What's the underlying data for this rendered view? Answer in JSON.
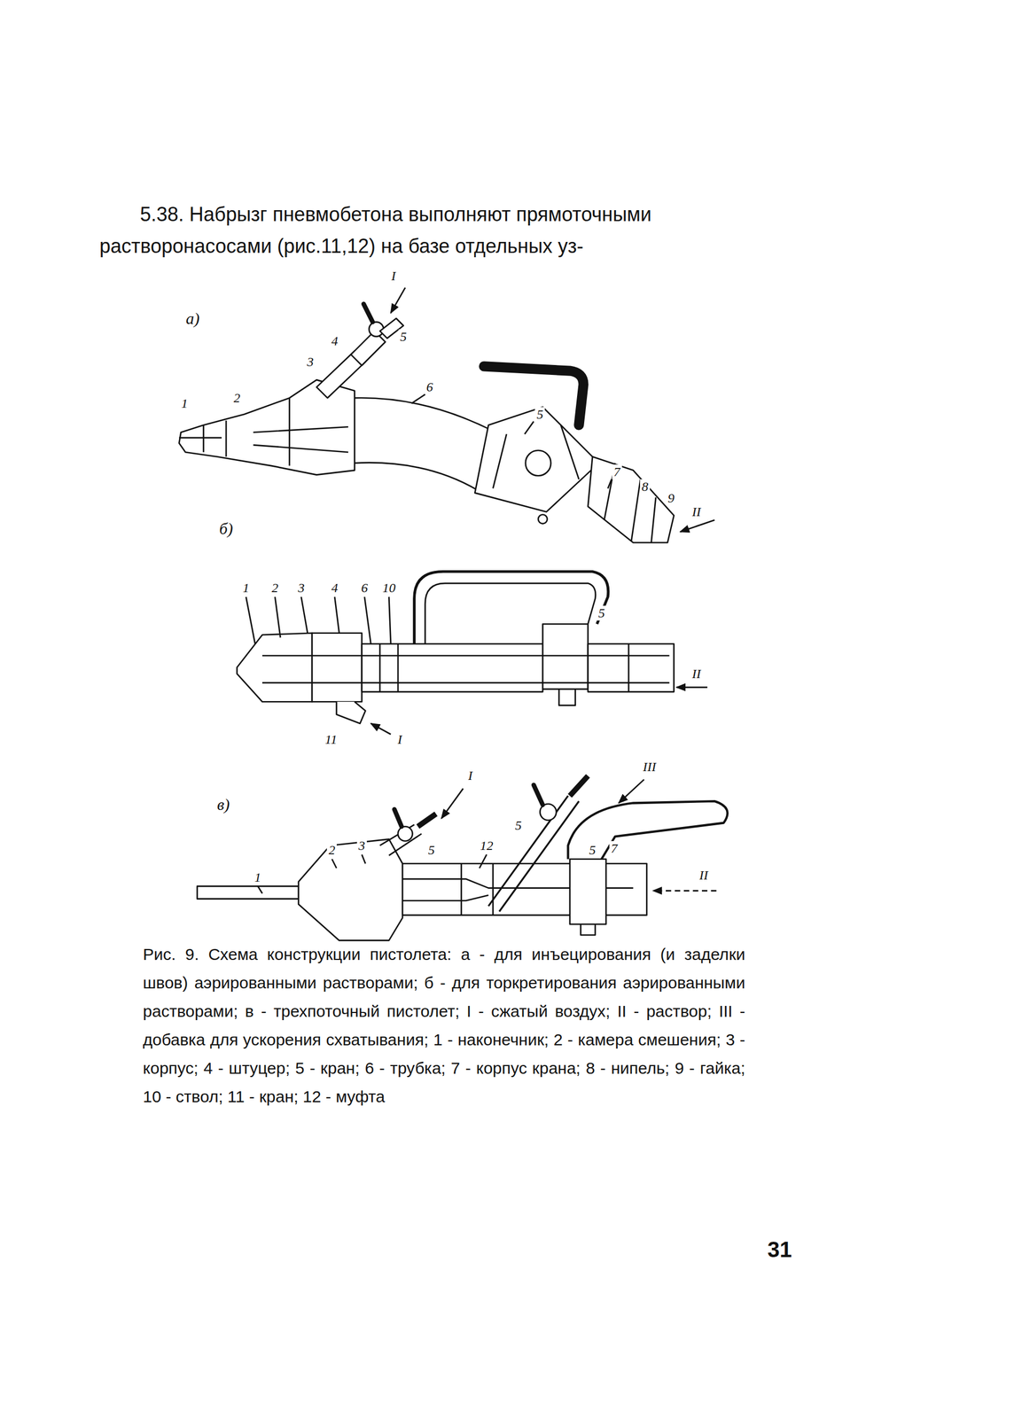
{
  "diagram": {
    "caption": "Рис. 9. Схема конструкции пистолета: а - для инъецирования (и заделки швов) аэрированными растворами; б - для торкретирования аэрированными растворами; в - трехпоточный пистолет; I - сжатый воздух; II - раствор; III - добавка для ускорения схватывания; 1 - наконечник; 2 - камера смешения; 3 - корпус; 4 - штуцер; 5 - кран; 6 - трубка; 7 - корпус крана; 8 - нипель; 9 - гайка; 10 - ствол; 11 - кран; 12 - муфта",
    "labels": [
      "5.38. Набрызг пневмобетона выполняют прямоточными растворонасосами (рис.11,12) на базе отдельных уз-",
      "а)",
      "I",
      "5",
      "4",
      "3",
      "1",
      "2",
      "6",
      "5",
      "7",
      "8",
      "9",
      "II",
      "б)",
      "1",
      "2",
      "3",
      "4",
      "6",
      "10",
      "5",
      "II",
      "11",
      "I",
      "в)",
      "I",
      "III",
      "2",
      "3",
      "5",
      "12",
      "5",
      "5",
      "7",
      "II",
      "1",
      "31"
    ]
  }
}
